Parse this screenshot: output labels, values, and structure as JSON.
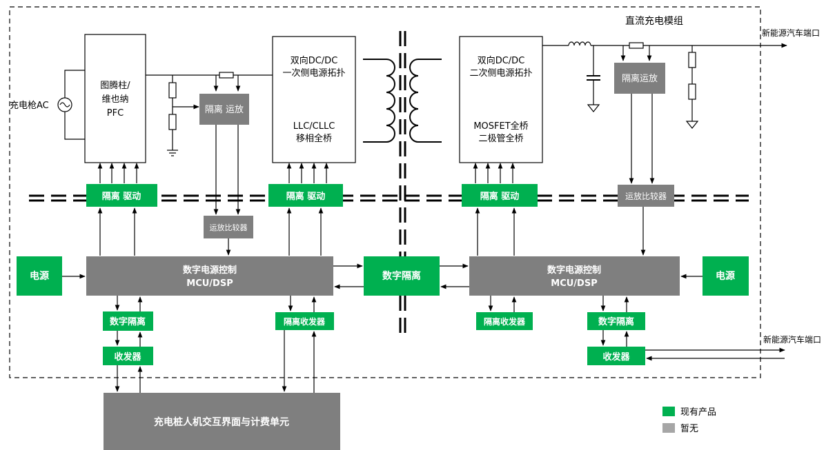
{
  "title": "直流充电模组",
  "colors": {
    "green": "#00b050",
    "gray": "#7f7f7f",
    "line": "#000000"
  },
  "ac_source": {
    "label": "充电枪AC"
  },
  "ev_port_top": {
    "label": "新能源汽车端口"
  },
  "ev_port_bottom": {
    "label": "新能源汽车端口"
  },
  "pfc": {
    "line1": "图腾柱/",
    "line2": "维也纳",
    "line3": "PFC"
  },
  "dcdc_primary": {
    "line1": "双向DC/DC",
    "line2": "一次侧电源拓扑",
    "line3": "LLC/CLLC",
    "line4": "移相全桥"
  },
  "dcdc_secondary": {
    "line1": "双向DC/DC",
    "line2": "二次侧电源拓扑",
    "line3": "MOSFET全桥",
    "line4": "二极管全桥"
  },
  "iso_opamp_left": {
    "label": "隔离 运放"
  },
  "iso_opamp_right": {
    "label": "隔离运放"
  },
  "comparator_left": {
    "label": "运放比较器"
  },
  "comparator_right": {
    "label": "运放比较器"
  },
  "iso_driver_1": {
    "label": "隔离 驱动"
  },
  "iso_driver_2": {
    "label": "隔离 驱动"
  },
  "iso_driver_3": {
    "label": "隔离 驱动"
  },
  "mcu_left": {
    "line1": "数字电源控制",
    "line2": "MCU/DSP"
  },
  "mcu_right": {
    "line1": "数字电源控制",
    "line2": "MCU/DSP"
  },
  "power_left": {
    "label": "电源"
  },
  "power_right": {
    "label": "电源"
  },
  "digital_iso_center": {
    "label": "数字隔离"
  },
  "digital_iso_left": {
    "label": "数字隔离"
  },
  "digital_iso_right": {
    "label": "数字隔离"
  },
  "transceiver_left": {
    "label": "收发器"
  },
  "transceiver_right": {
    "label": "收发器"
  },
  "iso_transceiver_left": {
    "label": "隔离收发器"
  },
  "iso_transceiver_right": {
    "label": "隔离收发器"
  },
  "hmi": {
    "label": "充电桩人机交互界面与计费单元"
  },
  "legend": [
    {
      "label": "现有产品",
      "color": "#00b050"
    },
    {
      "label": "暂无",
      "color": "#a6a6a6"
    }
  ]
}
